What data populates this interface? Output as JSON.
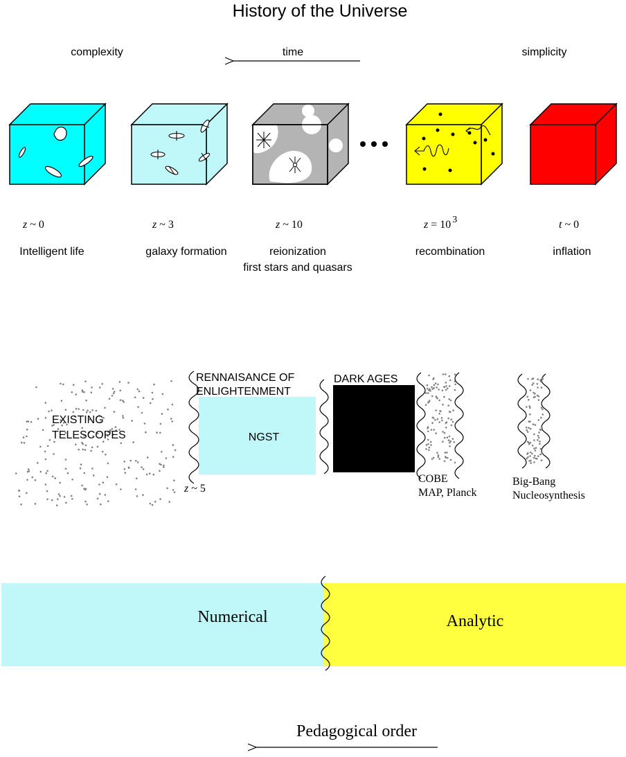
{
  "title": "History of the Universe",
  "header": {
    "complexity": "complexity",
    "time": "time",
    "simplicity": "simplicity"
  },
  "dots_ellipsis": "•••",
  "epochs": [
    {
      "redshift_var": "z",
      "redshift_rel": "~ 0",
      "label": "Intelligent life",
      "sublabel": "",
      "color": "#00ffff"
    },
    {
      "redshift_var": "z",
      "redshift_rel": "~ 3",
      "label": "galaxy formation",
      "sublabel": "",
      "color": "#c0f8fa"
    },
    {
      "redshift_var": "z",
      "redshift_rel": "~ 10",
      "label": "reionization",
      "sublabel": "first stars and quasars",
      "color": "#b4b4b4"
    },
    {
      "redshift_var": "z",
      "redshift_rel": "= 10",
      "redshift_sup": "3",
      "label": "recombination",
      "sublabel": "",
      "color": "#ffff00"
    },
    {
      "redshift_var": "t",
      "redshift_rel": "~ 0",
      "label": "inflation",
      "sublabel": "",
      "color": "#ff0000"
    }
  ],
  "observations": {
    "existing_line1": "EXISTING",
    "existing_line2": "TELESCOPES",
    "renaissance_line1": "RENNAISANCE OF",
    "renaissance_line2": "ENLIGHTENMENT",
    "ngst": "NGST",
    "z5_var": "z",
    "z5_rel": "~ 5",
    "dark_ages": "DARK AGES",
    "cobe_line1": "COBE",
    "cobe_line2": "MAP, Planck",
    "bbn_line1": "Big-Bang",
    "bbn_line2": "Nucleosynthesis",
    "ngst_color": "#c0f8fa",
    "dark_color": "#000000"
  },
  "methods": {
    "numerical": "Numerical",
    "analytic": "Analytic",
    "numerical_color": "#c0f8fa",
    "analytic_color": "#ffff40"
  },
  "pedagogical": "Pedagogical order"
}
